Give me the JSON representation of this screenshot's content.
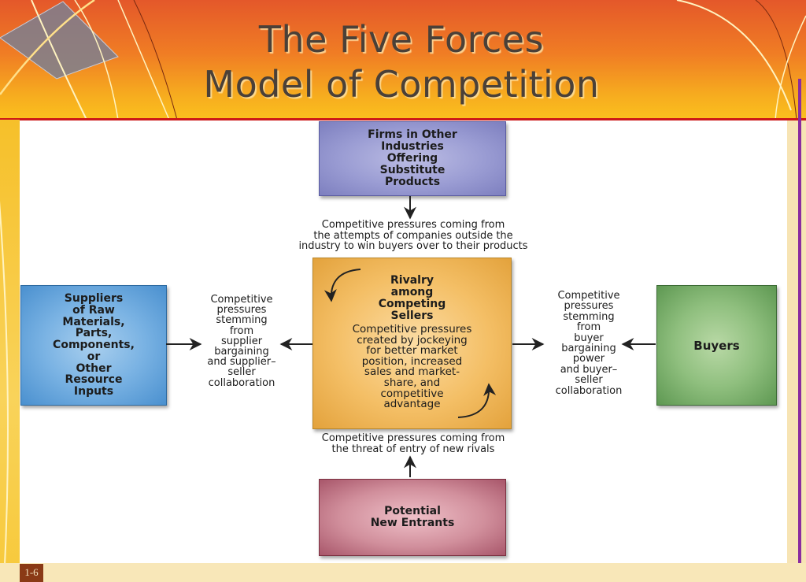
{
  "slide": {
    "title_line1": "The Five Forces",
    "title_line2": "Model of Competition",
    "page_number": "1-6"
  },
  "diagram": {
    "substitutes": "Firms in Other\nIndustries\nOffering\nSubstitute\nProducts",
    "suppliers": "Suppliers\nof Raw\nMaterials,\nParts,\nComponents,\nor\nOther\nResource\nInputs",
    "buyers": "Buyers",
    "entrants": "Potential\nNew Entrants",
    "rivalry_title": "Rivalry\namong\nCompeting\nSellers",
    "rivalry_desc": "Competitive pressures\ncreated by jockeying\nfor better market\nposition, increased\nsales and market-\nshare, and\ncompetitive\nadvantage",
    "top_label": "Competitive pressures coming from\nthe attempts of companies outside the\nindustry to win buyers over to their products",
    "left_label": "Competitive\npressures\nstemming\nfrom\nsupplier\nbargaining\nand supplier–\nseller\ncollaboration",
    "right_label": "Competitive\npressures\nstemming\nfrom\nbuyer\nbargaining\npower\nand buyer–\nseller\ncollaboration",
    "bottom_label": "Competitive pressures coming from\nthe threat of entry of new rivals"
  },
  "colors": {
    "substitutes": "#9a9cd3",
    "suppliers": "#79b2e3",
    "buyers": "#8fbf7e",
    "entrants": "#d18f9c",
    "rivalry": "#f4bf66",
    "header": "#f07d24"
  }
}
